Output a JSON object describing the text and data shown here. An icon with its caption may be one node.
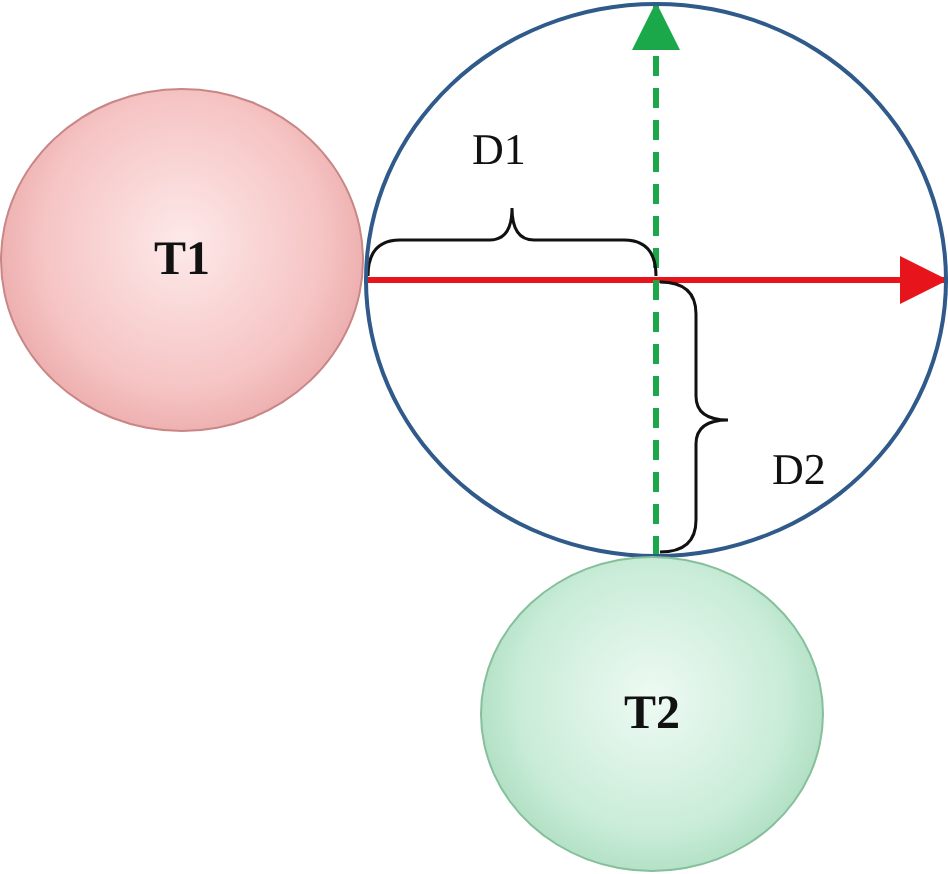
{
  "diagram": {
    "nodes": [
      {
        "text": [
          "T1"
        ]
      },
      {
        "text": [],
        "shape": "circle"
      },
      {
        "text": [
          "T2"
        ]
      }
    ],
    "edges": [
      {
        "from": 0,
        "to": 1,
        "arrow": "to",
        "color": "#e8141b"
      },
      {
        "from": 2,
        "to": 1,
        "arrow": "to",
        "style": "dashed",
        "color": "#1aa84a"
      }
    ],
    "labels": [
      "D1",
      "D2"
    ]
  }
}
